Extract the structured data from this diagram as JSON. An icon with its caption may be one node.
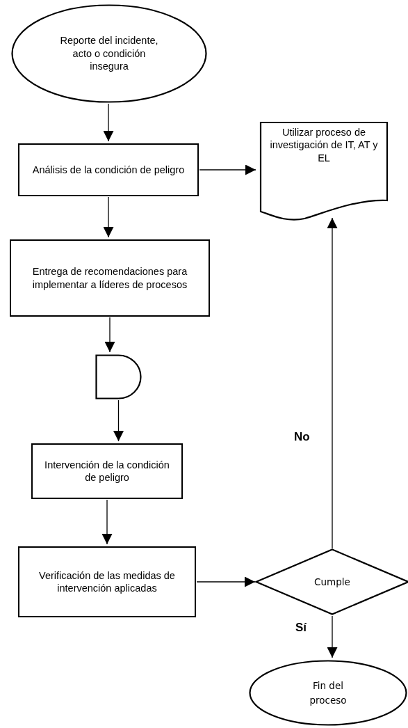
{
  "diagram": {
    "nodes": [
      {
        "text": [
          "Reporte del incidente, acto o condición insegura"
        ]
      },
      {
        "text": [
          "Análisis de la condición de peligro"
        ]
      },
      {
        "text": [
          "Utilizar proceso de investigación de IT, AT y EL"
        ]
      },
      {
        "text": [
          "Entrega de recomendaciones para implementar a líderes de procesos"
        ]
      },
      {
        "text": [],
        "shape": "delay"
      },
      {
        "text": [
          "Intervención de la condición de peligro"
        ]
      },
      {
        "text": [
          "Verificación de las medidas de intervención aplicadas"
        ]
      },
      {
        "text": [
          "Cumple"
        ]
      },
      {
        "text": [
          "Fin del proceso"
        ]
      }
    ],
    "edges": [
      {
        "from": 0,
        "to": 1,
        "arrow": "to"
      },
      {
        "from": 1,
        "to": 2,
        "arrow": "to"
      },
      {
        "from": 1,
        "to": 3,
        "arrow": "to"
      },
      {
        "from": 3,
        "to": 4,
        "arrow": "to"
      },
      {
        "from": 4,
        "to": 5,
        "arrow": "to"
      },
      {
        "from": 5,
        "to": 6,
        "arrow": "to"
      },
      {
        "from": 6,
        "to": 7,
        "arrow": "to"
      },
      {
        "from": 7,
        "to": 2,
        "label": "No",
        "arrow": "to"
      },
      {
        "from": 7,
        "to": 8,
        "label": "Sí",
        "arrow": "to"
      }
    ]
  }
}
